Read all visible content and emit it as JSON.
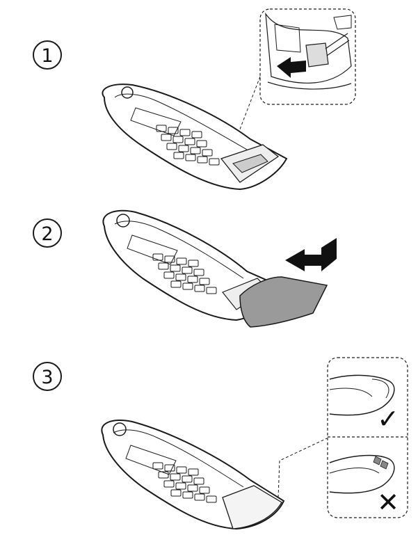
{
  "steps": [
    {
      "number": "1"
    },
    {
      "number": "2"
    },
    {
      "number": "3"
    }
  ],
  "result_marks": {
    "correct": "✓",
    "incorrect": "✕"
  },
  "colors": {
    "line": "#1a1a1a",
    "cover": "#9a9a9a",
    "arrow": "#111111",
    "background": "#ffffff"
  }
}
